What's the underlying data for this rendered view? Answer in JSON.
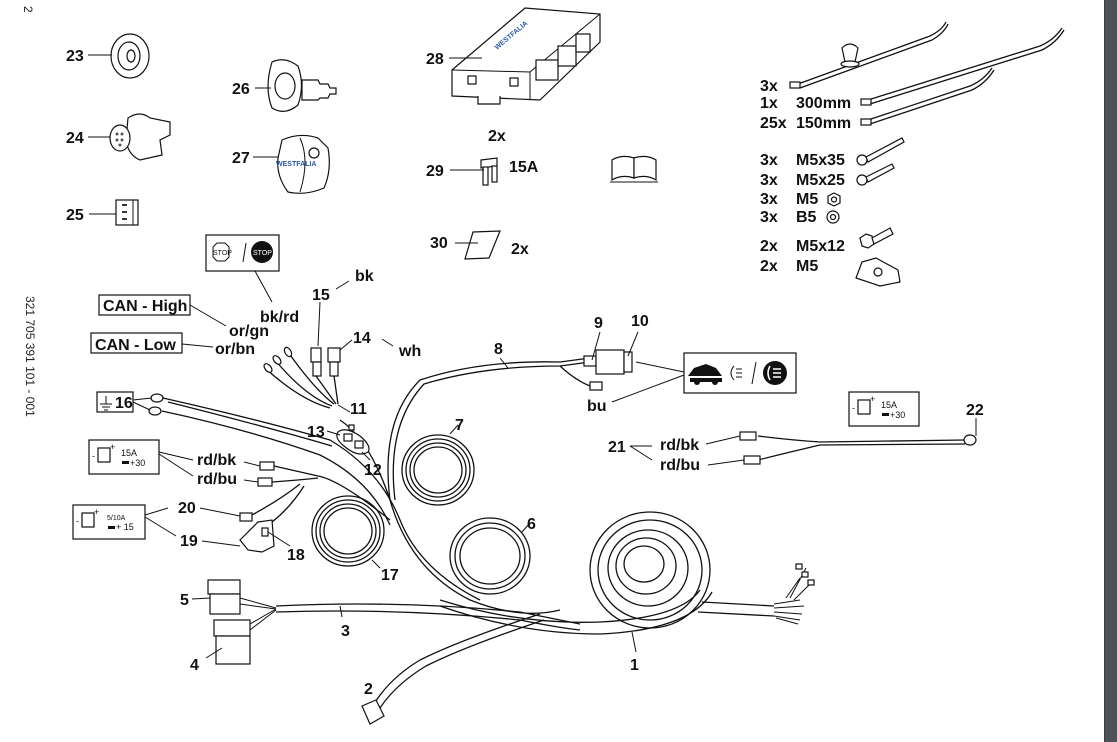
{
  "document": {
    "page_number": "2",
    "doc_number": "321 705 391 101 - 001"
  },
  "parts": {
    "p1": "1",
    "p2": "2",
    "p3": "3",
    "p4": "4",
    "p5": "5",
    "p6": "6",
    "p7": "7",
    "p8": "8",
    "p9": "9",
    "p10": "10",
    "p11": "11",
    "p12": "12",
    "p13": "13",
    "p14": "14",
    "p15": "15",
    "p16": "16",
    "p17": "17",
    "p18": "18",
    "p19": "19",
    "p20": "20",
    "p21": "21",
    "p22": "22",
    "p23": "23",
    "p24": "24",
    "p25": "25",
    "p26": "26",
    "p27": "27",
    "p28": "28",
    "p29": "29",
    "p30": "30"
  },
  "module": {
    "brand": "WESTFALIA"
  },
  "socket": {
    "brand": "WESTFALIA"
  },
  "fuse": {
    "qty": "2x",
    "rating": "15A"
  },
  "pad": {
    "qty": "2x"
  },
  "cable_ties": [
    {
      "qty": "3x",
      "size": ""
    },
    {
      "qty": "1x",
      "size": "300mm"
    },
    {
      "qty": "25x",
      "size": "150mm"
    }
  ],
  "hardware": [
    {
      "qty": "3x",
      "spec": "M5x35"
    },
    {
      "qty": "3x",
      "spec": "M5x25"
    },
    {
      "qty": "3x",
      "spec": "M5"
    },
    {
      "qty": "3x",
      "spec": "B5"
    },
    {
      "qty": "2x",
      "spec": "M5x12"
    },
    {
      "qty": "2x",
      "spec": "M5"
    }
  ],
  "signals": {
    "stop_label": "STOP",
    "can_high": "CAN - High",
    "can_low": "CAN - Low",
    "or_gn": "or/gn",
    "or_bn": "or/bn",
    "bk_rd": "bk/rd",
    "bk": "bk",
    "wh": "wh",
    "bu": "bu",
    "rd_bk_left": "rd/bk",
    "rd_bu_left": "rd/bu",
    "rd_bk_right": "rd/bk",
    "rd_bu_right": "rd/bu"
  },
  "power_boxes": {
    "b30_fuse": "15A",
    "b30_term": "+30",
    "b15_fuse": "5/10A",
    "b15_term": "+ 15",
    "b30r_fuse": "15A",
    "b30r_term": "+30",
    "minus": "-",
    "plus": "+"
  }
}
